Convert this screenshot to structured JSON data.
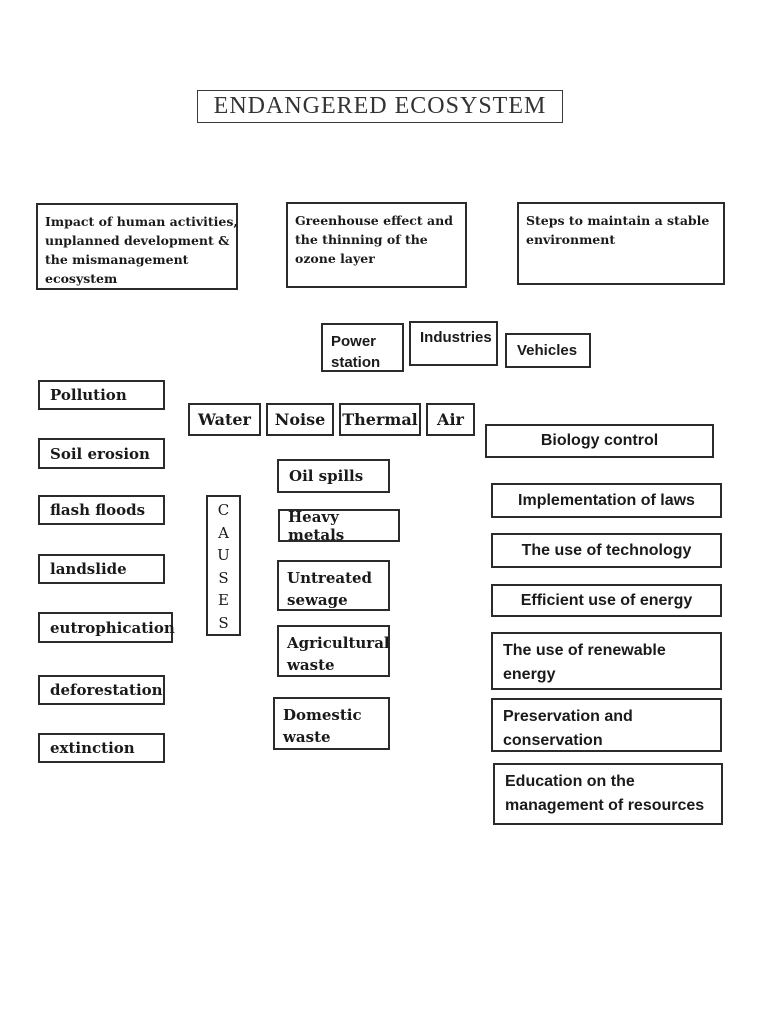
{
  "title": "ENDANGERED ECOSYSTEM",
  "colors": {
    "ink": "#1a1a1a",
    "border": "#2b2b2b",
    "background": "#ffffff"
  },
  "branches": {
    "impact": {
      "label": "Impact of human activities, unplanned development & the mismanagement ecosystem",
      "lines": [
        "Impact of human activities,",
        "unplanned development &",
        "the mismanagement",
        "ecosystem"
      ]
    },
    "greenhouse": {
      "label": "Greenhouse effect and the thinning of the ozone layer",
      "lines": [
        "Greenhouse effect and",
        "the thinning of the",
        "ozone layer"
      ]
    },
    "steps": {
      "label": "Steps to maintain a stable environment",
      "lines": [
        "Steps to maintain a stable",
        "environment"
      ]
    }
  },
  "sources": [
    {
      "label": "Power station",
      "lines": [
        "Power",
        "station"
      ]
    },
    {
      "label": "Industries",
      "lines": [
        "Industries"
      ]
    },
    {
      "label": "Vehicles",
      "lines": [
        "Vehicles"
      ]
    }
  ],
  "effects": [
    "Pollution",
    "Soil erosion",
    "flash floods",
    "landslide",
    "eutrophication",
    "deforestation",
    "extinction"
  ],
  "types": [
    "Water",
    "Noise",
    "Thermal",
    "Air"
  ],
  "causes": {
    "label": "CAUSES",
    "letters": [
      "C",
      "A",
      "U",
      "S",
      "E",
      "S"
    ],
    "items": [
      {
        "label": "Oil spills",
        "lines": [
          "Oil spills"
        ]
      },
      {
        "label": "Heavy metals",
        "lines": [
          "Heavy metals"
        ]
      },
      {
        "label": "Untreated sewage",
        "lines": [
          "Untreated",
          "sewage"
        ]
      },
      {
        "label": "Agricultural waste",
        "lines": [
          "Agricultural",
          "waste"
        ]
      },
      {
        "label": "Domestic waste",
        "lines": [
          "Domestic",
          "waste"
        ]
      }
    ]
  },
  "steps_items": [
    {
      "label": "Biology control",
      "lines": [
        "Biology control"
      ]
    },
    {
      "label": "Implementation of laws",
      "lines": [
        "Implementation of laws"
      ]
    },
    {
      "label": "The use of technology",
      "lines": [
        "The use of technology"
      ]
    },
    {
      "label": "Efficient use of energy",
      "lines": [
        "Efficient use of energy"
      ]
    },
    {
      "label": "The use of renewable energy",
      "lines": [
        "The use of renewable",
        "energy"
      ]
    },
    {
      "label": "Preservation and conservation",
      "lines": [
        "Preservation and",
        "conservation"
      ]
    },
    {
      "label": "Education on the management of resources",
      "lines": [
        "Education on the",
        "management of resources"
      ]
    }
  ]
}
